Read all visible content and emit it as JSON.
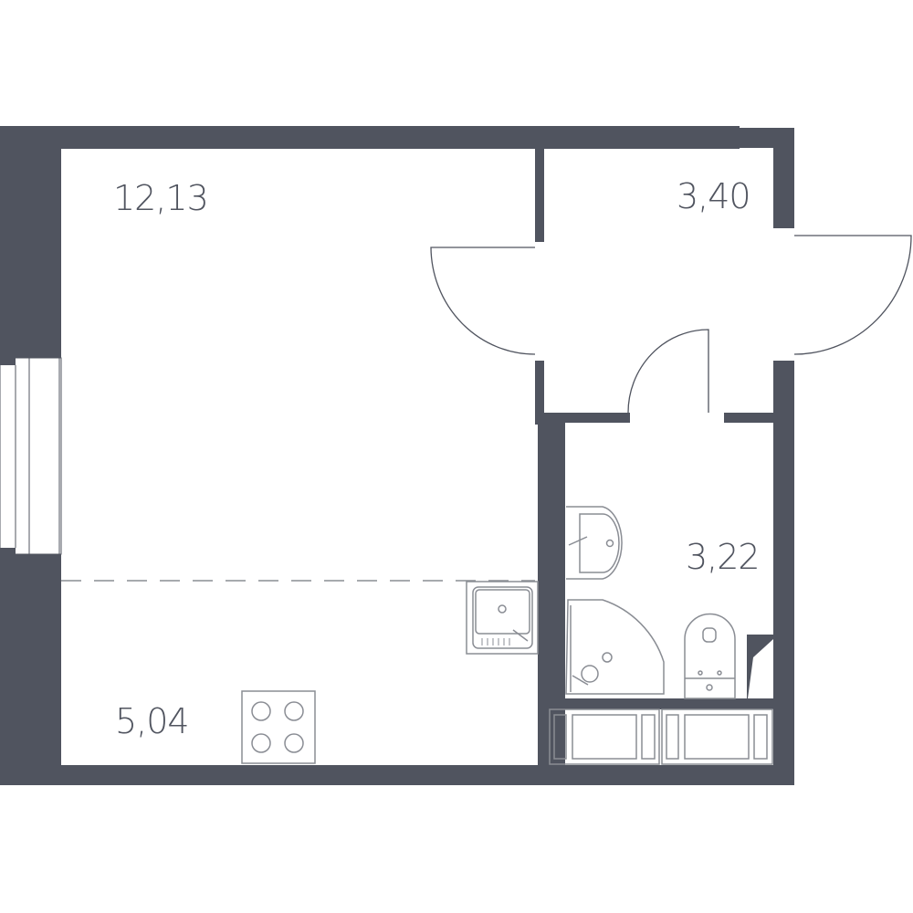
{
  "rooms": [
    {
      "name": "living-room",
      "area": "12,13"
    },
    {
      "name": "hallway",
      "area": "3,40"
    },
    {
      "name": "bathroom",
      "area": "3,22"
    },
    {
      "name": "kitchen",
      "area": "5,04"
    }
  ],
  "colors": {
    "wall": "#50545f",
    "fixture": "#8a8d94",
    "background": "#ffffff"
  }
}
